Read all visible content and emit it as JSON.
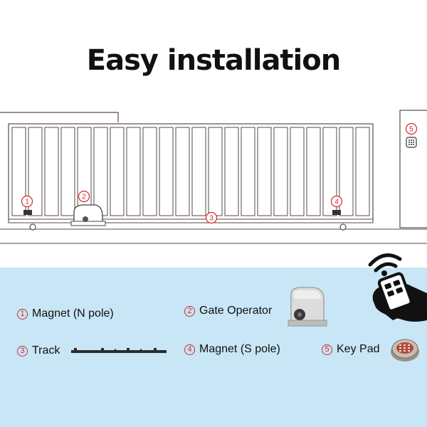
{
  "title": "Easy installation",
  "markers": {
    "m1": "1",
    "m2": "2",
    "m3": "3",
    "m4": "4",
    "m5": "5"
  },
  "legend": {
    "items": [
      {
        "num": "1",
        "label": "Magnet (N pole)"
      },
      {
        "num": "2",
        "label": "Gate Operator"
      },
      {
        "num": "3",
        "label": "Track"
      },
      {
        "num": "4",
        "label": "Magnet (S pole)"
      },
      {
        "num": "5",
        "label": "Key Pad"
      }
    ]
  },
  "colors": {
    "accent": "#d12a2a",
    "legend_bg": "#c8e6f6",
    "line": "#5a4a4a"
  },
  "icons": [
    "remote-control-hand-icon",
    "wifi-signal-icon",
    "gate-operator-icon",
    "track-rail-icon",
    "keypad-icon"
  ]
}
